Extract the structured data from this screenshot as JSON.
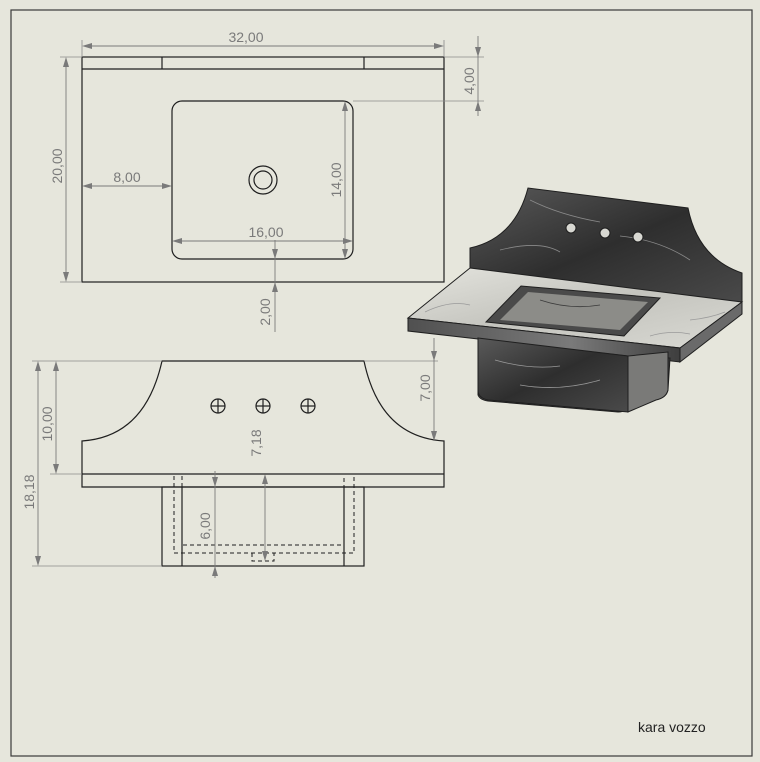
{
  "drawing": {
    "signature": "kara vozzo",
    "dimensions": {
      "overall_width": "32,00",
      "backsplash_depth": "4,00",
      "overall_depth": "20,00",
      "bowl_offset": "8,00",
      "bowl_depth": "14,00",
      "bowl_width": "16,00",
      "bowl_front_gap": "2,00",
      "backsplash_height": "7,00",
      "backsplash_total": "10,00",
      "overall_height": "18,18",
      "faucet_height": "7,18",
      "bowl_height": "6,00"
    },
    "colors": {
      "background": "#e6e6dc",
      "line": "#1f1f1f",
      "dimension": "#7a7a7a",
      "marble_dark": "#3c3c3c",
      "marble_light": "#d2d2cc"
    }
  }
}
